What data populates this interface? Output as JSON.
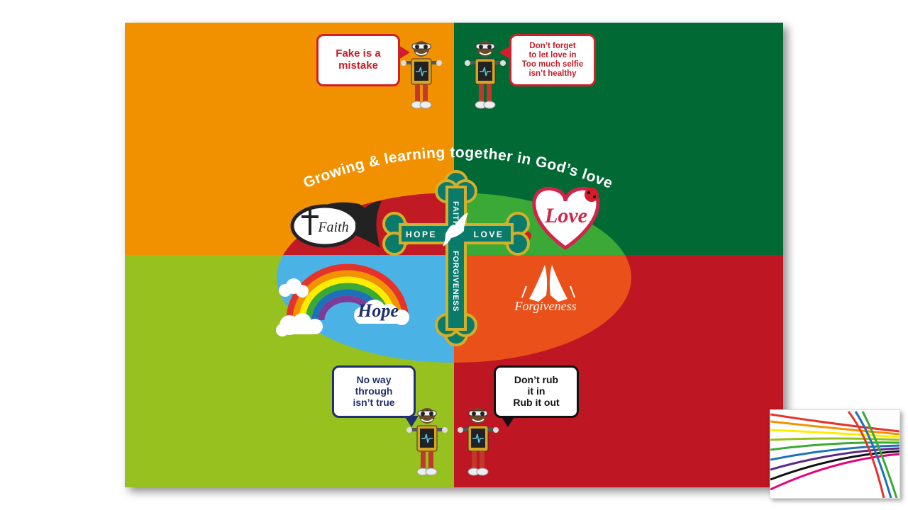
{
  "slide": {
    "motto": "Growing & learning together in God’s love",
    "cross": {
      "top": "FAITH",
      "left": "HOPE",
      "right": "LOVE",
      "bottom": "FORGIVENESS"
    },
    "values": {
      "faith": "Faith",
      "love": "Love",
      "hope": "Hope",
      "forgiveness": "Forgiveness"
    },
    "bubbles": {
      "top_left": [
        "Fake is a",
        "mistake"
      ],
      "top_right": [
        "Don’t forget",
        "to let love in",
        "Too much selfie",
        "isn’t healthy"
      ],
      "bottom_left": [
        "No way",
        "through",
        "isn’t true"
      ],
      "bottom_right": [
        "Don’t rub",
        "it in",
        "Rub it out"
      ]
    }
  },
  "colors": {
    "orange": "#f29100",
    "dark_green": "#016a34",
    "light_green": "#96c11f",
    "red": "#be1622",
    "ellipse_red": "#c01a24",
    "ellipse_green": "#3aa935",
    "sky_blue": "#4bb2e6",
    "ellipse_orange": "#e9501a",
    "cross_teal": "#0a7b6b",
    "cross_gold": "#d4b02a",
    "bubble_red": "#d21e2b",
    "bubble_blue": "#1f2f6f"
  },
  "icons": [
    "ichthys-fish-icon",
    "heart-icon",
    "rainbow-icon",
    "praying-hands-icon",
    "dove-icon",
    "ladybird-icon",
    "robot-mascot"
  ]
}
